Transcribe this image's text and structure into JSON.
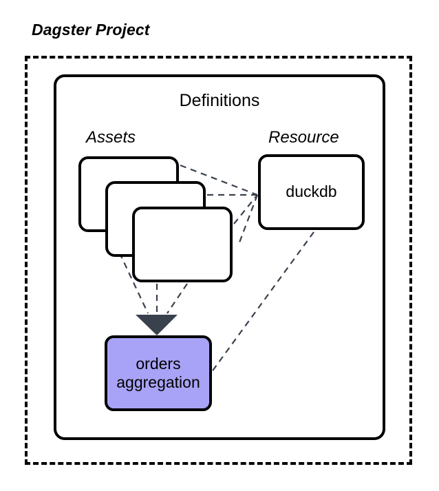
{
  "diagram": {
    "title": "Dagster Project",
    "container_label": "Definitions",
    "groups": {
      "assets_label": "Assets",
      "resource_label": "Resource"
    },
    "nodes": {
      "asset_cards": [
        {
          "label": ""
        },
        {
          "label": ""
        },
        {
          "label": ""
        }
      ],
      "resource": {
        "label": "duckdb"
      },
      "output_asset": {
        "line1": "orders",
        "line2": "aggregation"
      }
    },
    "colors": {
      "output_asset_fill": "#a9a3f7",
      "node_stroke": "#000000",
      "edge_stroke": "#39414d",
      "arrowhead_fill": "#39414d",
      "background": "#ffffff"
    },
    "edges": [
      {
        "from": "asset-card-1",
        "to": "duckdb",
        "style": "dashed"
      },
      {
        "from": "asset-card-2",
        "to": "duckdb",
        "style": "dashed"
      },
      {
        "from": "asset-card-3",
        "to": "duckdb",
        "style": "dashed"
      },
      {
        "from": "asset-card-1",
        "to": "orders-aggregation",
        "style": "dashed"
      },
      {
        "from": "asset-card-2",
        "to": "orders-aggregation",
        "style": "dashed"
      },
      {
        "from": "asset-card-3",
        "to": "orders-aggregation",
        "style": "dashed"
      },
      {
        "from": "duckdb",
        "to": "orders-aggregation",
        "style": "dashed"
      }
    ]
  }
}
